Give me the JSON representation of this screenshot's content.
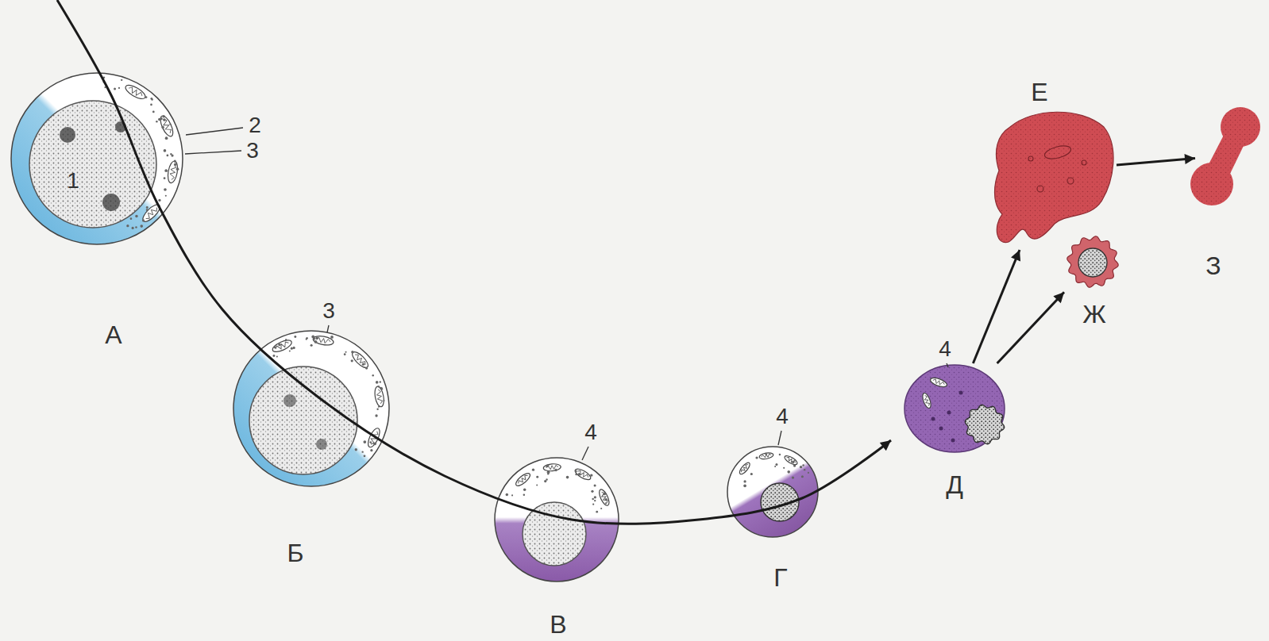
{
  "diagram": {
    "nodes": [
      {
        "text": [
          "А"
        ]
      },
      {
        "text": [
          "Б"
        ]
      },
      {
        "text": [
          "В"
        ]
      },
      {
        "text": [
          "Г"
        ]
      },
      {
        "text": [
          "Д"
        ]
      },
      {
        "text": [
          "Е"
        ]
      },
      {
        "text": [
          "Ж"
        ]
      },
      {
        "text": [
          "З"
        ]
      }
    ],
    "edges": [
      {
        "from": 4,
        "to": 5,
        "arrow": "to"
      },
      {
        "from": 4,
        "to": 6,
        "arrow": "to"
      },
      {
        "from": 5,
        "to": 7,
        "arrow": "to"
      }
    ],
    "labels": [
      "1",
      "2",
      "3",
      "3",
      "4",
      "4",
      "4"
    ]
  }
}
